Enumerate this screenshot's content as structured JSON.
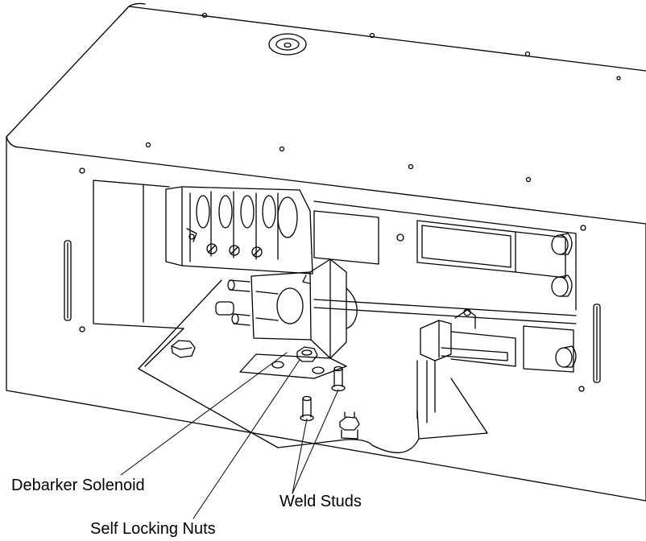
{
  "callouts": {
    "debarker_solenoid": "Debarker Solenoid",
    "weld_studs": "Weld Studs",
    "self_locking_nuts": "Self Locking Nuts"
  },
  "style": {
    "line_color": "#000000",
    "background": "#ffffff"
  }
}
